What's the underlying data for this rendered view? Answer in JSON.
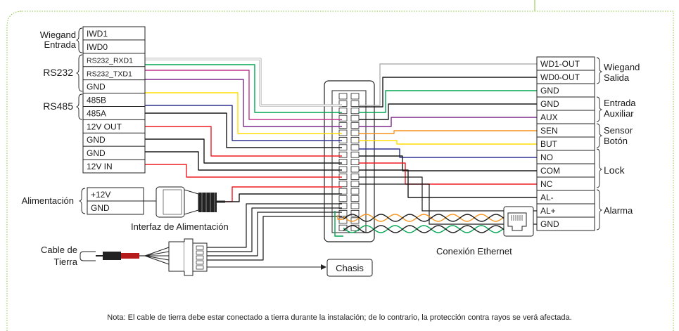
{
  "left_labels": {
    "wiegand_in": [
      "Wiegand",
      "Entrada"
    ],
    "rs232": "RS232",
    "rs485": "RS485",
    "power": "Alimentación"
  },
  "left_terminals": [
    "IWD1",
    "IWD0",
    "RS232_RXD1",
    "RS232_TXD1",
    "GND",
    "485B",
    "485A",
    "12V OUT",
    "GND",
    "GND",
    "12V IN"
  ],
  "power_terminals": [
    "+12V",
    "GND"
  ],
  "right_terminals": [
    "WD1-OUT",
    "WD0-OUT",
    "GND",
    "GND",
    "AUX",
    "SEN",
    "BUT",
    "NO",
    "COM",
    "NC",
    "AL-",
    "AL+",
    "GND"
  ],
  "right_labels": {
    "wiegand_out": [
      "Wiegand",
      "Salida"
    ],
    "aux_in": [
      "Entrada",
      "Auxiliar"
    ],
    "sensor": "Sensor",
    "button": "Botón",
    "lock": "Lock",
    "alarm": "Alarma"
  },
  "power_interface_label": "Interfaz de Alimentación",
  "ground_cable_label": [
    "Cable de",
    "Tierra"
  ],
  "chassis_label": "Chasis",
  "ethernet_label": "Conexión Ethernet",
  "note": "Nota: El cable de tierra debe estar conectado a tierra durante la instalación; de lo contrario, la protección contra rayos se verá afectada.",
  "colors": {
    "border": "#8cc63f",
    "grey": "#b0b0b0",
    "green": "#00a651",
    "magenta": "#c2348e",
    "purple": "#7d2a8c",
    "yellow": "#ffde00",
    "blue": "#2e3192",
    "red": "#ed1c24",
    "black": "#1a1a1a",
    "orange": "#f7941d"
  }
}
